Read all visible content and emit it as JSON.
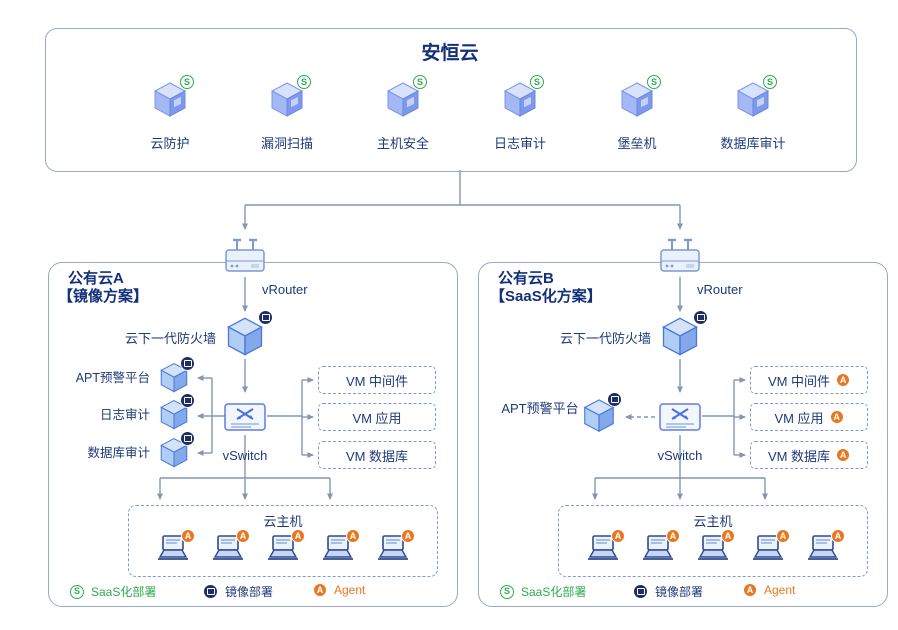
{
  "badges": {
    "saas": "S",
    "agent": "A"
  },
  "colors": {
    "title_navy": "#14307a",
    "text_navy": "#1e3a7a",
    "line_gray": "#8496b0",
    "green": "#2eab4b",
    "orange": "#e87722",
    "icon_blue": "#7e99ec",
    "dashed_border": "#7b9bd2",
    "mirror_badge_navy": "#1e2d66"
  },
  "top_box": {
    "title": "安恒云",
    "services": [
      {
        "label": "云防护"
      },
      {
        "label": "漏洞扫描"
      },
      {
        "label": "主机安全"
      },
      {
        "label": "日志审计"
      },
      {
        "label": "堡垒机"
      },
      {
        "label": "数据库审计"
      }
    ]
  },
  "cloud_a": {
    "title": "公有云A",
    "subtitle": "【镜像方案】",
    "vrouter": "vRouter",
    "firewall": "云下一代防火墙",
    "vswitch": "vSwitch",
    "left_nodes": [
      "APT预警平台",
      "日志审计",
      "数据库审计"
    ],
    "vm_boxes": [
      "VM 中间件",
      "VM 应用",
      "VM 数据库"
    ],
    "host_label": "云主机",
    "legend": [
      {
        "label": "SaaS化部署"
      },
      {
        "label": "镜像部署"
      },
      {
        "label": "Agent"
      }
    ]
  },
  "cloud_b": {
    "title": "公有云B",
    "subtitle": "【SaaS化方案】",
    "vrouter": "vRouter",
    "firewall": "云下一代防火墙",
    "vswitch": "vSwitch",
    "apt_label": "APT预警平台",
    "vm_boxes": [
      "VM 中间件",
      "VM 应用",
      "VM 数据库"
    ],
    "host_label": "云主机",
    "legend": [
      {
        "label": "SaaS化部署"
      },
      {
        "label": "镜像部署"
      },
      {
        "label": "Agent"
      }
    ]
  }
}
